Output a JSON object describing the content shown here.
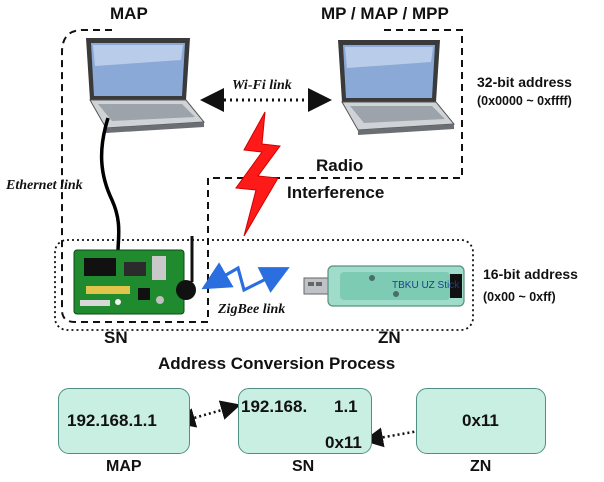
{
  "top": {
    "map_label": "MAP",
    "mp_label": "MP / MAP / MPP",
    "wifi_link": "Wi-Fi link",
    "address32_title": "32-bit address",
    "address32_range": "(0x0000 ~ 0xffff)",
    "radio_line1": "Radio",
    "radio_line2": "Interference",
    "ethernet_link": "Ethernet link",
    "zigbee_link": "ZigBee link",
    "stick_text": "TBKU UZ Stick",
    "address16_title": "16-bit address",
    "address16_range": "(0x00 ~ 0xff)",
    "sn_label": "SN",
    "zn_label": "ZN"
  },
  "process": {
    "title": "Address Conversion Process",
    "map_box_ip": "192.168.1.1",
    "sn_box_ip_prefix": "192.168.",
    "sn_box_ip_suffix": "1.1",
    "sn_box_hex": "0x11",
    "zn_box_hex": "0x11",
    "map_caption": "MAP",
    "sn_caption": "SN",
    "zn_caption": "ZN"
  },
  "colors": {
    "box_fill": "#c9efe3",
    "box_border": "#4f8f85",
    "lightning": "#ff1a1a",
    "highlight_circle": "#e02020",
    "zigbee_arrow": "#2a6ee0"
  }
}
